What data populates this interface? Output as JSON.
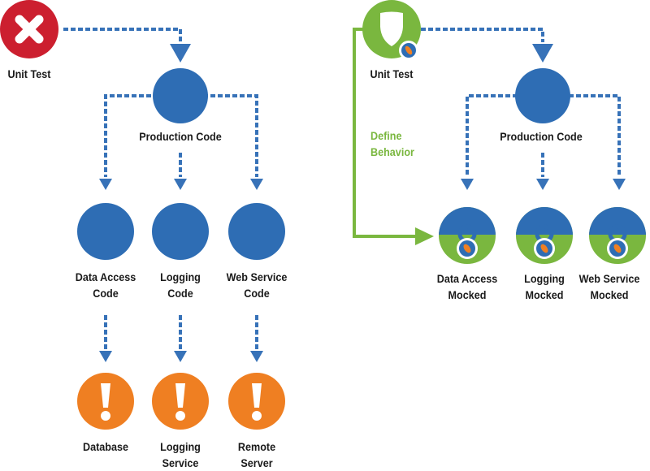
{
  "colors": {
    "blue": "#2e6db4",
    "arrow_blue": "#3772b8",
    "orange": "#ef7f22",
    "red": "#cc1f2f",
    "green": "#7ab73f"
  },
  "left": {
    "unit_test": {
      "label": "Unit Test",
      "icon": "x-fail-icon"
    },
    "production": {
      "label": "Production Code"
    },
    "dependencies": [
      {
        "line1": "Data Access",
        "line2": "Code"
      },
      {
        "line1": "Logging",
        "line2": "Code"
      },
      {
        "line1": "Web Service",
        "line2": "Code"
      }
    ],
    "externals": [
      {
        "line1": "Database",
        "line2": "",
        "icon": "exclamation-icon"
      },
      {
        "line1": "Logging",
        "line2": "Service",
        "icon": "exclamation-icon"
      },
      {
        "line1": "Remote",
        "line2": "Server",
        "icon": "exclamation-icon"
      }
    ]
  },
  "right": {
    "unit_test": {
      "label": "Unit Test",
      "icon": "shield-icon"
    },
    "define_behavior": {
      "line1": "Define",
      "line2": "Behavior"
    },
    "production": {
      "label": "Production Code"
    },
    "mocks": [
      {
        "line1": "Data Access",
        "line2": "Mocked",
        "icon": "lock-icon"
      },
      {
        "line1": "Logging",
        "line2": "Mocked",
        "icon": "lock-icon"
      },
      {
        "line1": "Web Service",
        "line2": "Mocked",
        "icon": "lock-icon"
      }
    ]
  }
}
